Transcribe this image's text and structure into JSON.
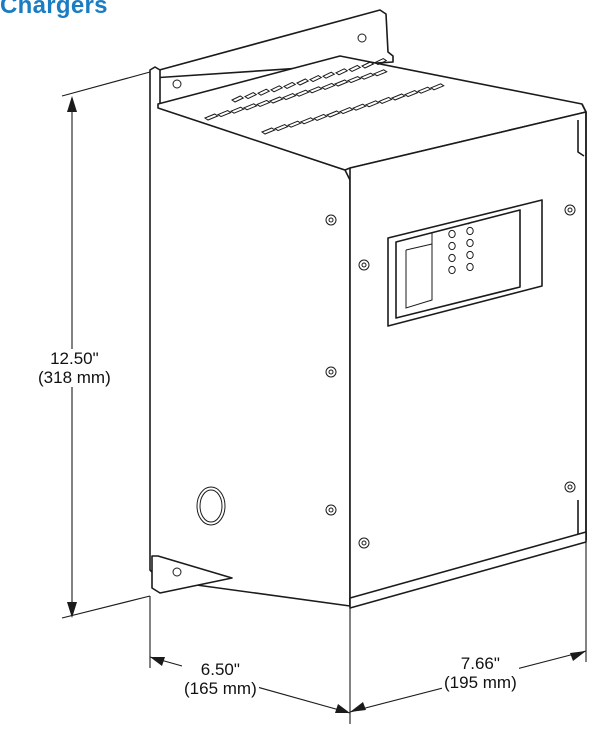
{
  "header": {
    "title": "Chargers",
    "accent_color": "#1a7cc2"
  },
  "dimensions": {
    "height": {
      "imperial": "12.50\"",
      "metric": "(318 mm)"
    },
    "width": {
      "imperial": "6.50\"",
      "metric": "(165 mm)"
    },
    "depth": {
      "imperial": "7.66\"",
      "metric": "(195 mm)"
    }
  }
}
